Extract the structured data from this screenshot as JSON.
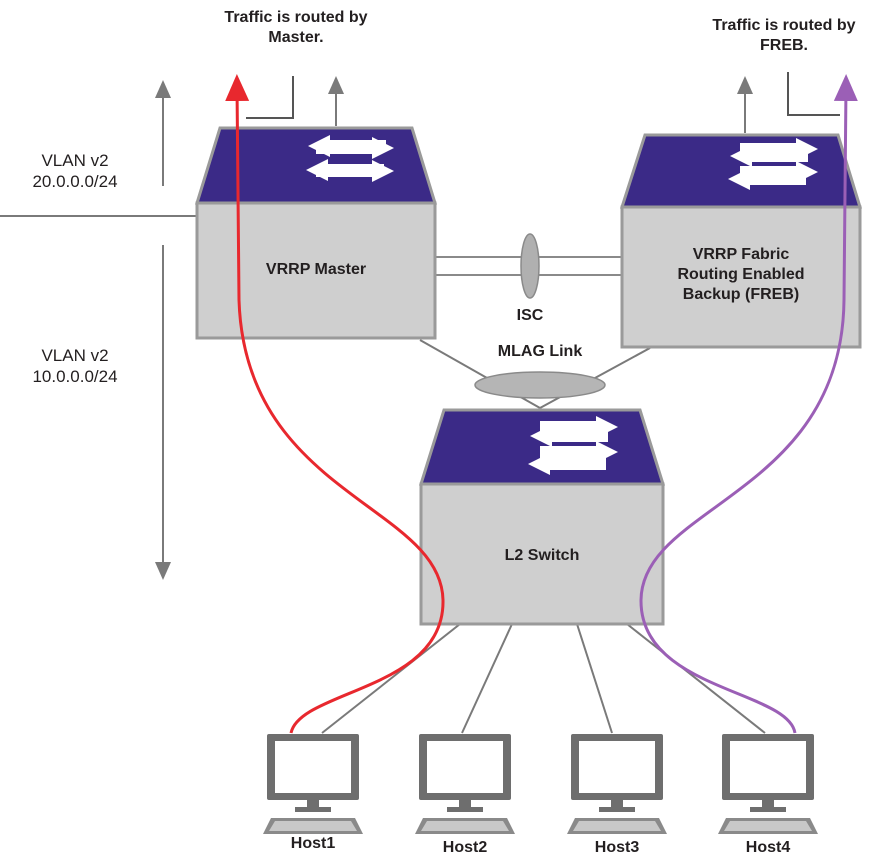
{
  "annotations": {
    "master_traffic": [
      "Traffic is routed by",
      "Master."
    ],
    "freb_traffic": [
      "Traffic is routed by",
      "FREB."
    ]
  },
  "vlans": [
    {
      "name": "VLAN v2",
      "subnet": "20.0.0.0/24"
    },
    {
      "name": "VLAN v2",
      "subnet": "10.0.0.0/24"
    }
  ],
  "switches": {
    "master": {
      "label": "VRRP Master"
    },
    "freb": {
      "label": [
        "VRRP Fabric",
        "Routing Enabled",
        "Backup (FREB)"
      ]
    },
    "l2": {
      "label": "L2 Switch"
    }
  },
  "links": {
    "isc": "ISC",
    "mlag": "MLAG Link"
  },
  "hosts": [
    "Host1",
    "Host2",
    "Host3",
    "Host4"
  ],
  "colors": {
    "switch_top": "#3b2a87",
    "switch_body": "#cfcfcf",
    "master_path": "#e8282e",
    "freb_path": "#9b5fb6",
    "lines": "#7a7a7a"
  }
}
